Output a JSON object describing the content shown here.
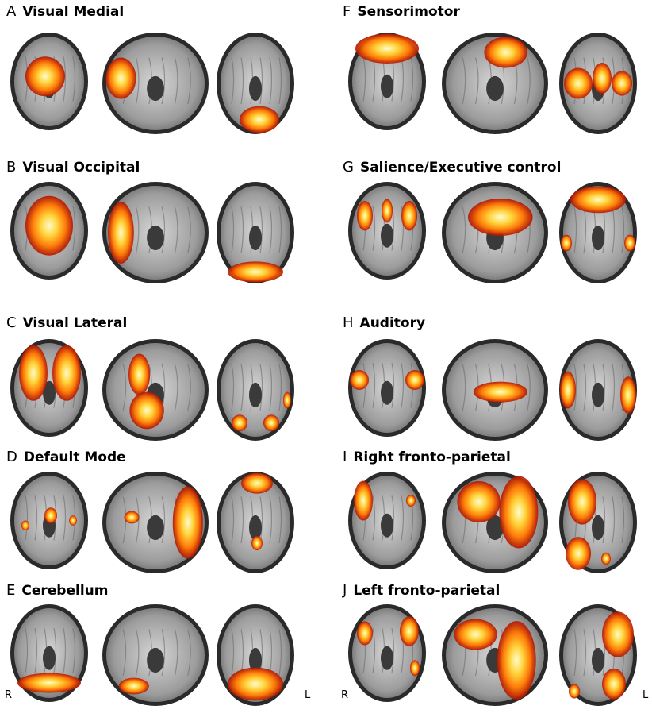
{
  "panels": [
    {
      "letter": "A",
      "name": "Visual Medial"
    },
    {
      "letter": "B",
      "name": "Visual Occipital"
    },
    {
      "letter": "C",
      "name": "Visual Lateral"
    },
    {
      "letter": "D",
      "name": "Default Mode"
    },
    {
      "letter": "E",
      "name": "Cerebellum"
    },
    {
      "letter": "F",
      "name": "Sensorimotor"
    },
    {
      "letter": "G",
      "name": "Salience/Executive control"
    },
    {
      "letter": "H",
      "name": "Auditory"
    },
    {
      "letter": "I",
      "name": "Right fronto-parietal"
    },
    {
      "letter": "J",
      "name": "Left fronto-parietal"
    }
  ],
  "orientation": {
    "left": "R",
    "right": "L"
  },
  "colors": {
    "activation_core": "#fff6a0",
    "activation_mid": "#ff9a10",
    "activation_edge": "#b81400",
    "brain_gray": "#9a9a9a",
    "skull": "#1a1a1a"
  }
}
